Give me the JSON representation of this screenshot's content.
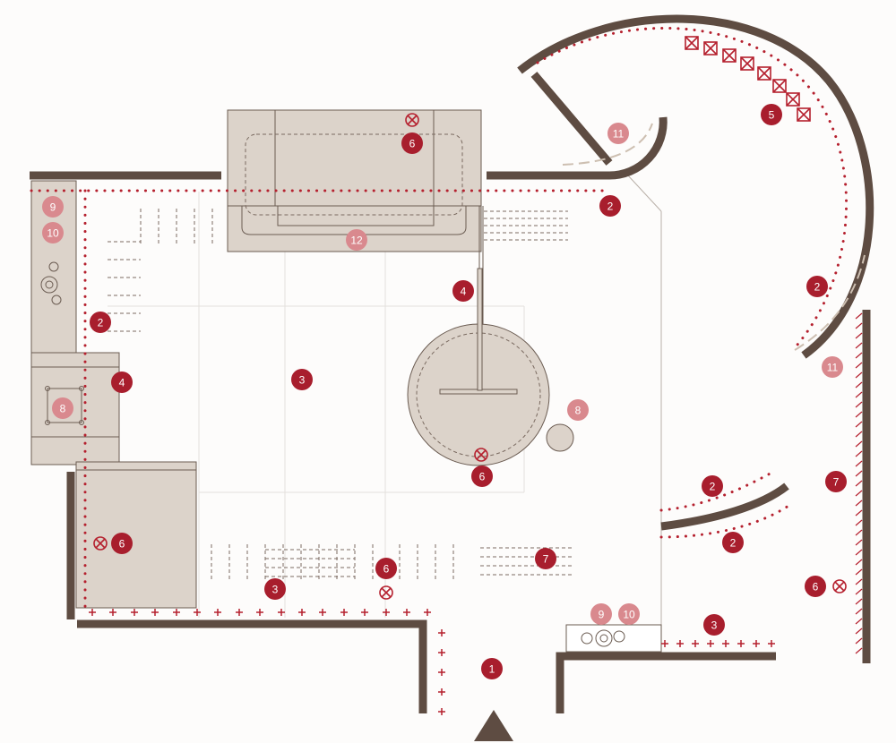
{
  "colors": {
    "wall": "#5e4c42",
    "furniture": "#dcd3ca",
    "marker_dark": "#a81e2d",
    "marker_light": "#d9898e",
    "dotted_line": "#b5202e"
  },
  "markers": [
    {
      "label": "1",
      "tone": "dark"
    },
    {
      "label": "2",
      "tone": "dark"
    },
    {
      "label": "2",
      "tone": "dark"
    },
    {
      "label": "2",
      "tone": "dark"
    },
    {
      "label": "2",
      "tone": "dark"
    },
    {
      "label": "2",
      "tone": "dark"
    },
    {
      "label": "3",
      "tone": "dark"
    },
    {
      "label": "3",
      "tone": "dark"
    },
    {
      "label": "3",
      "tone": "dark"
    },
    {
      "label": "4",
      "tone": "dark"
    },
    {
      "label": "4",
      "tone": "dark"
    },
    {
      "label": "5",
      "tone": "dark"
    },
    {
      "label": "6",
      "tone": "dark"
    },
    {
      "label": "6",
      "tone": "dark"
    },
    {
      "label": "6",
      "tone": "dark"
    },
    {
      "label": "6",
      "tone": "dark"
    },
    {
      "label": "6",
      "tone": "dark"
    },
    {
      "label": "7",
      "tone": "dark"
    },
    {
      "label": "7",
      "tone": "dark"
    },
    {
      "label": "8",
      "tone": "light"
    },
    {
      "label": "8",
      "tone": "light"
    },
    {
      "label": "9",
      "tone": "light"
    },
    {
      "label": "9",
      "tone": "light"
    },
    {
      "label": "10",
      "tone": "light"
    },
    {
      "label": "10",
      "tone": "light"
    },
    {
      "label": "11",
      "tone": "light"
    },
    {
      "label": "11",
      "tone": "light"
    },
    {
      "label": "12",
      "tone": "light"
    }
  ],
  "icons": {
    "outlet": "crossed-box-icon",
    "socket": "plus-icon",
    "entrance": "entrance-arrow-icon"
  }
}
